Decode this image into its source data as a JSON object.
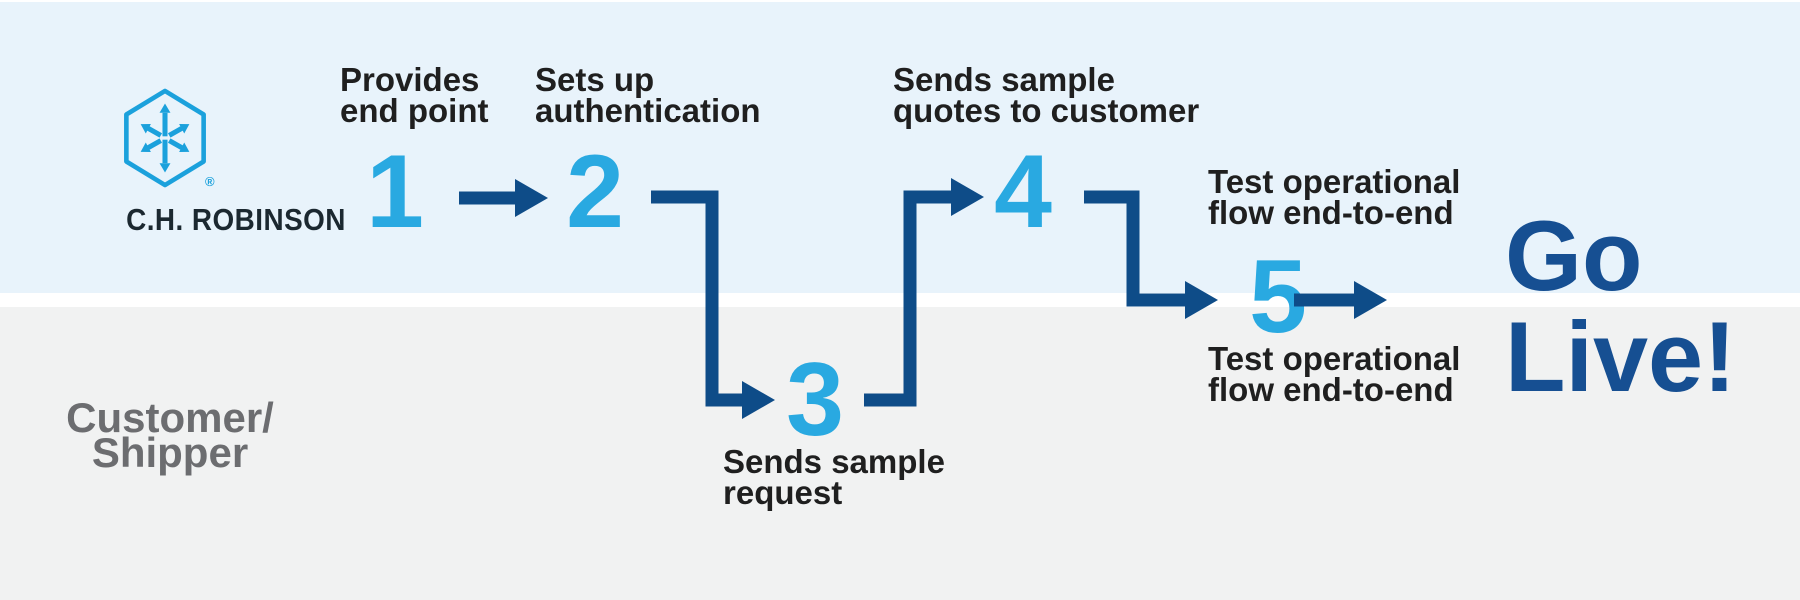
{
  "title": "C.H. Robinson API onboarding process flow",
  "colors": {
    "lane_top_bg": "#e8f3fb",
    "lane_bottom_bg": "#f1f2f2",
    "divider": "#ffffff",
    "step_number": "#29a9e1",
    "arrow": "#0e4c88",
    "go_live_text": "#164f92",
    "step_label_text": "#1f1f1f",
    "customer_label_text": "#6c6d70",
    "logo_icon_blue": "#1ba1dc",
    "logo_wordmark": "#1b2830"
  },
  "lanes": {
    "top": {
      "actor": "C.H. ROBINSON"
    },
    "bottom": {
      "actor": "Customer/\nShipper"
    }
  },
  "logo": {
    "icon": "chrobinson-hexagon-arrows-icon",
    "registered": "®"
  },
  "steps": [
    {
      "number": "1",
      "label": "Provides\nend point",
      "lane": "top"
    },
    {
      "number": "2",
      "label": "Sets up\nauthentication",
      "lane": "top"
    },
    {
      "number": "3",
      "label": "Sends sample\nrequest",
      "lane": "bottom"
    },
    {
      "number": "4",
      "label": "Sends sample\nquotes to customer",
      "lane": "top"
    },
    {
      "number": "5",
      "label_top": "Test operational\nflow end-to-end",
      "label_bottom": "Test operational\nflow end-to-end",
      "lane": "boundary"
    }
  ],
  "finale": {
    "label": "Go\nLive!"
  }
}
